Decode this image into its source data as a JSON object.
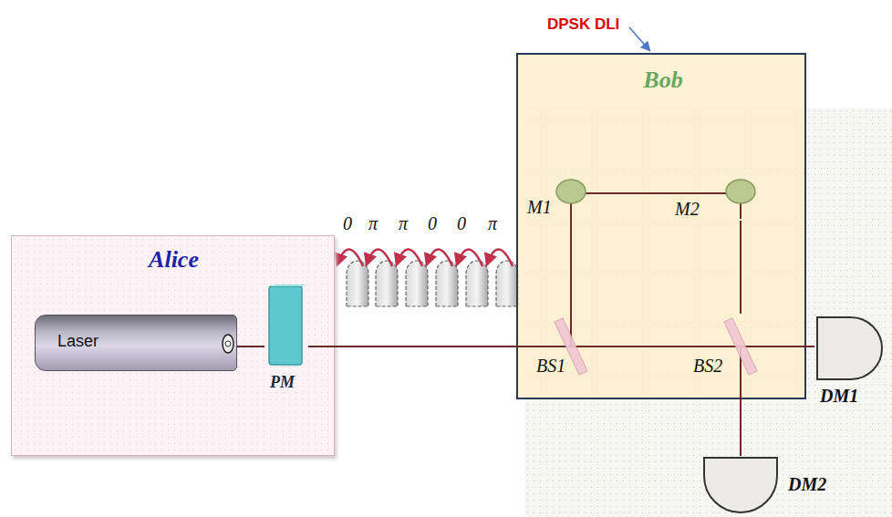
{
  "diagram": {
    "nodes": [
      {
        "text": [
          "Alice"
        ]
      },
      {
        "text": [
          "Laser"
        ],
        "in": 0
      },
      {
        "text": [
          "PM"
        ],
        "in": 0
      },
      {
        "text": [
          "Bob"
        ]
      },
      {
        "text": [
          "M1"
        ],
        "in": 3
      },
      {
        "text": [
          "M2"
        ],
        "in": 3
      },
      {
        "text": [
          "BS1"
        ],
        "in": 3
      },
      {
        "text": [
          "BS2"
        ],
        "in": 3
      },
      {
        "text": [
          "DM1"
        ]
      },
      {
        "text": [
          "DM2"
        ]
      }
    ],
    "edges": [
      {
        "from": 1,
        "to": 2,
        "arrow": "none"
      },
      {
        "from": 2,
        "to": 6,
        "arrow": "none"
      },
      {
        "from": 6,
        "to": 4,
        "arrow": "none"
      },
      {
        "from": 4,
        "to": 5,
        "arrow": "none"
      },
      {
        "from": 5,
        "to": 7,
        "arrow": "none"
      },
      {
        "from": 6,
        "to": 7,
        "arrow": "none"
      },
      {
        "from": 7,
        "to": 8,
        "arrow": "none"
      },
      {
        "from": 7,
        "to": 9,
        "arrow": "none"
      }
    ],
    "labels": [
      "DPSK DLI",
      "0",
      "π",
      "π",
      "0",
      "0",
      "π"
    ]
  }
}
